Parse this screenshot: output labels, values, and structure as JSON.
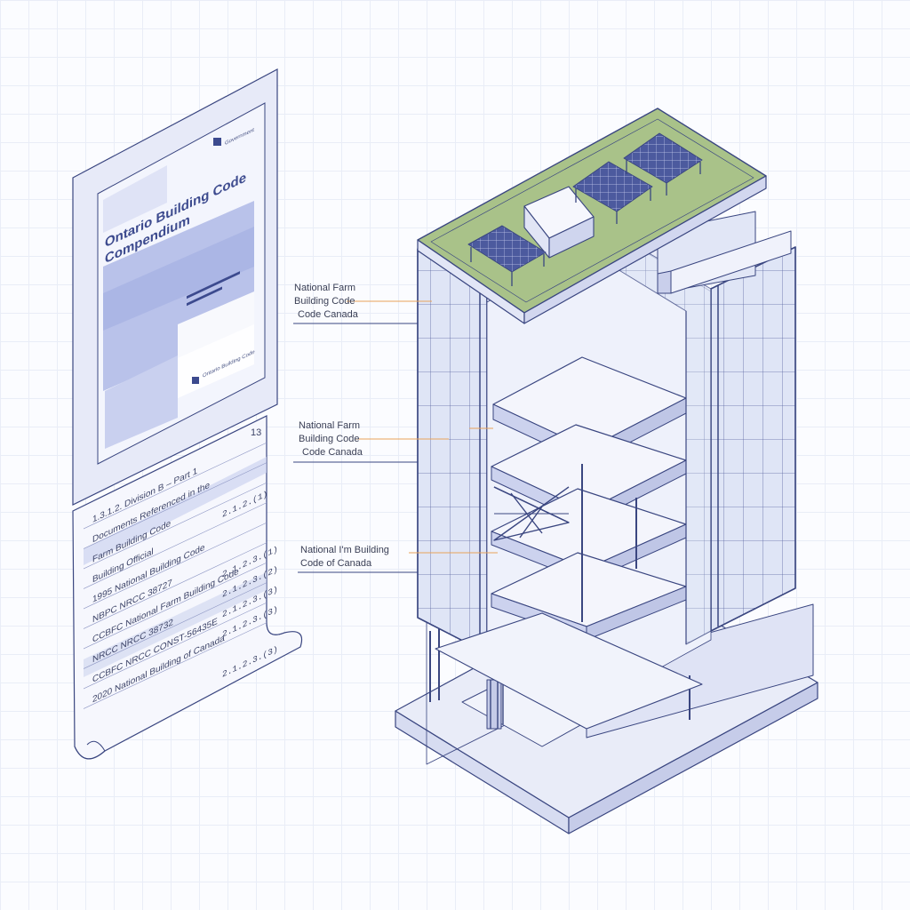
{
  "document": {
    "title_line1": "Ontario Building Code",
    "title_line2": "Compendium",
    "header_tag": "Government",
    "footer_tag": "Ontario Building Code"
  },
  "sheet": {
    "page_number": "13",
    "rows": [
      {
        "left": "1.3.1.2. Division B – Part 1",
        "right": "2.1.2.(1)"
      },
      {
        "left": "Documents Referenced in the",
        "right": ""
      },
      {
        "left": "Farm Building Code",
        "right": ""
      },
      {
        "left": "Building Official",
        "right": "2.1.2.3.(1)"
      },
      {
        "left": "1995 National Building Code",
        "right": "2.1.2.3.(2)"
      },
      {
        "left": "NBPC NRCC 38727",
        "right": "2.1.2.3.(3)"
      },
      {
        "left": "CCBFC National Farm Building Code",
        "right": "2.1.2.3.(3)"
      },
      {
        "left": "NRCC NRCC 38732",
        "right": ""
      },
      {
        "left": "CCBFC NRCC CONST-56435E",
        "right": "2.1.2.3.(3)"
      },
      {
        "left": "2020 National Building of Canada",
        "right": ""
      }
    ]
  },
  "callouts": [
    {
      "line1": "National Farm",
      "line2": "Building Code",
      "line3": "Code Canada"
    },
    {
      "line1": "National Farm",
      "line2": "Building Code",
      "line3": "Code Canada"
    },
    {
      "line1": "National I'm Building",
      "line2": "Code of Canada"
    }
  ],
  "colors": {
    "line": "#3a4680",
    "accent_leader": "#e8a25a",
    "roof_green": "#a9c289",
    "glass": "#dde3f4",
    "paper": "#f6f7fd"
  }
}
